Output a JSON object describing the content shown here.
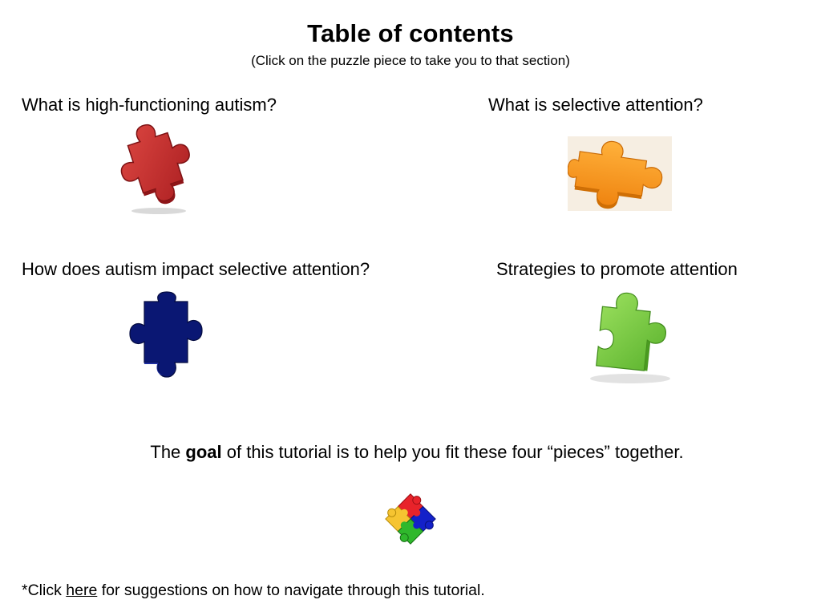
{
  "title": "Table of contents",
  "subtitle": "(Click on the puzzle piece to take you to that section)",
  "sections": [
    {
      "label": "What is high-functioning autism?",
      "icon": "puzzle-piece-red-icon",
      "color": "#c8262b"
    },
    {
      "label": "What is selective attention?",
      "icon": "puzzle-piece-orange-icon",
      "color": "#f7941d"
    },
    {
      "label": "How does autism impact selective attention?",
      "icon": "puzzle-piece-blue-icon",
      "color": "#0b1a7a"
    },
    {
      "label": "Strategies to promote attention",
      "icon": "puzzle-piece-green-icon",
      "color": "#7ac943"
    }
  ],
  "goal": {
    "prefix": "The ",
    "emphasis": "goal",
    "suffix": " of this tutorial is to help you fit these four “pieces” together."
  },
  "combined_icon": "four-puzzle-pieces-icon",
  "combined_colors": [
    "#e8232a",
    "#1321c9",
    "#f6c431",
    "#2fb82c"
  ],
  "footer": {
    "prefix": "*Click ",
    "link": "here",
    "suffix": " for suggestions on how to navigate through this tutorial."
  }
}
